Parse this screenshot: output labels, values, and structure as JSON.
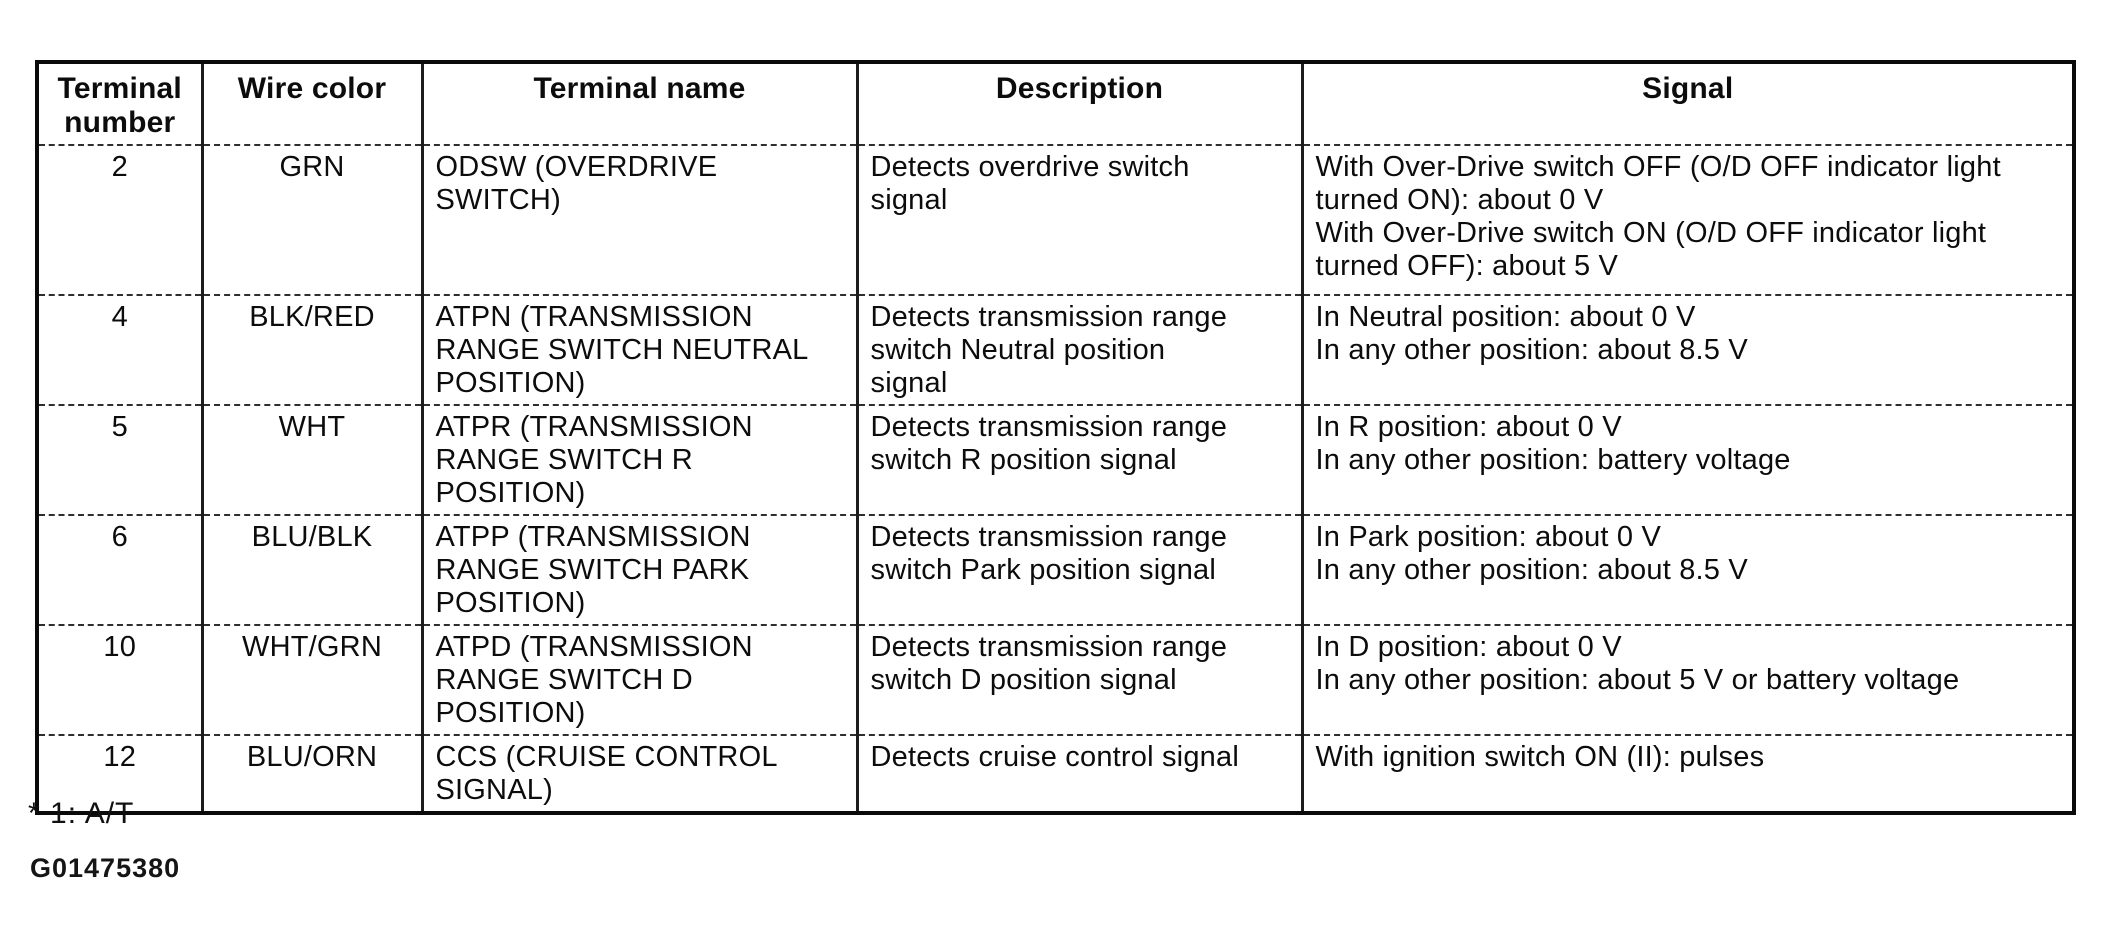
{
  "table": {
    "headers": [
      "Terminal number",
      "Wire color",
      "Terminal name",
      "Description",
      "Signal"
    ],
    "rows": [
      {
        "terminal": "2",
        "wire": "GRN",
        "name": "ODSW (OVERDRIVE\nSWITCH)",
        "description": "Detects overdrive switch\nsignal",
        "signal": "With Over-Drive switch OFF (O/D OFF indicator light\nturned ON): about 0 V\nWith Over-Drive switch ON (O/D OFF indicator light\nturned OFF): about 5 V"
      },
      {
        "terminal": "4",
        "wire": "BLK/RED",
        "name": "ATPN (TRANSMISSION\nRANGE SWITCH NEUTRAL\nPOSITION)",
        "description": "Detects transmission range\nswitch Neutral position\nsignal",
        "signal": "In Neutral position: about 0 V\nIn any other position: about 8.5 V"
      },
      {
        "terminal": "5",
        "wire": "WHT",
        "name": "ATPR (TRANSMISSION\nRANGE SWITCH R\nPOSITION)",
        "description": "Detects transmission range\nswitch R position signal",
        "signal": "In R position: about 0 V\nIn any other position: battery voltage"
      },
      {
        "terminal": "6",
        "wire": "BLU/BLK",
        "name": "ATPP (TRANSMISSION\nRANGE SWITCH PARK\nPOSITION)",
        "description": "Detects transmission range\nswitch Park position signal",
        "signal": "In Park position: about 0 V\nIn any other position: about 8.5 V"
      },
      {
        "terminal": "10",
        "wire": "WHT/GRN",
        "name": "ATPD (TRANSMISSION\nRANGE SWITCH D\nPOSITION)",
        "description": "Detects transmission range\nswitch D position signal",
        "signal": "In D position: about 0 V\nIn any other position: about 5 V or battery voltage"
      },
      {
        "terminal": "12",
        "wire": "BLU/ORN",
        "name": "CCS (CRUISE CONTROL\nSIGNAL)",
        "description": "Detects cruise control signal",
        "signal": "With ignition switch ON (II): pulses"
      }
    ]
  },
  "footnote": "* 1: A/T",
  "figure_id": "G01475380"
}
